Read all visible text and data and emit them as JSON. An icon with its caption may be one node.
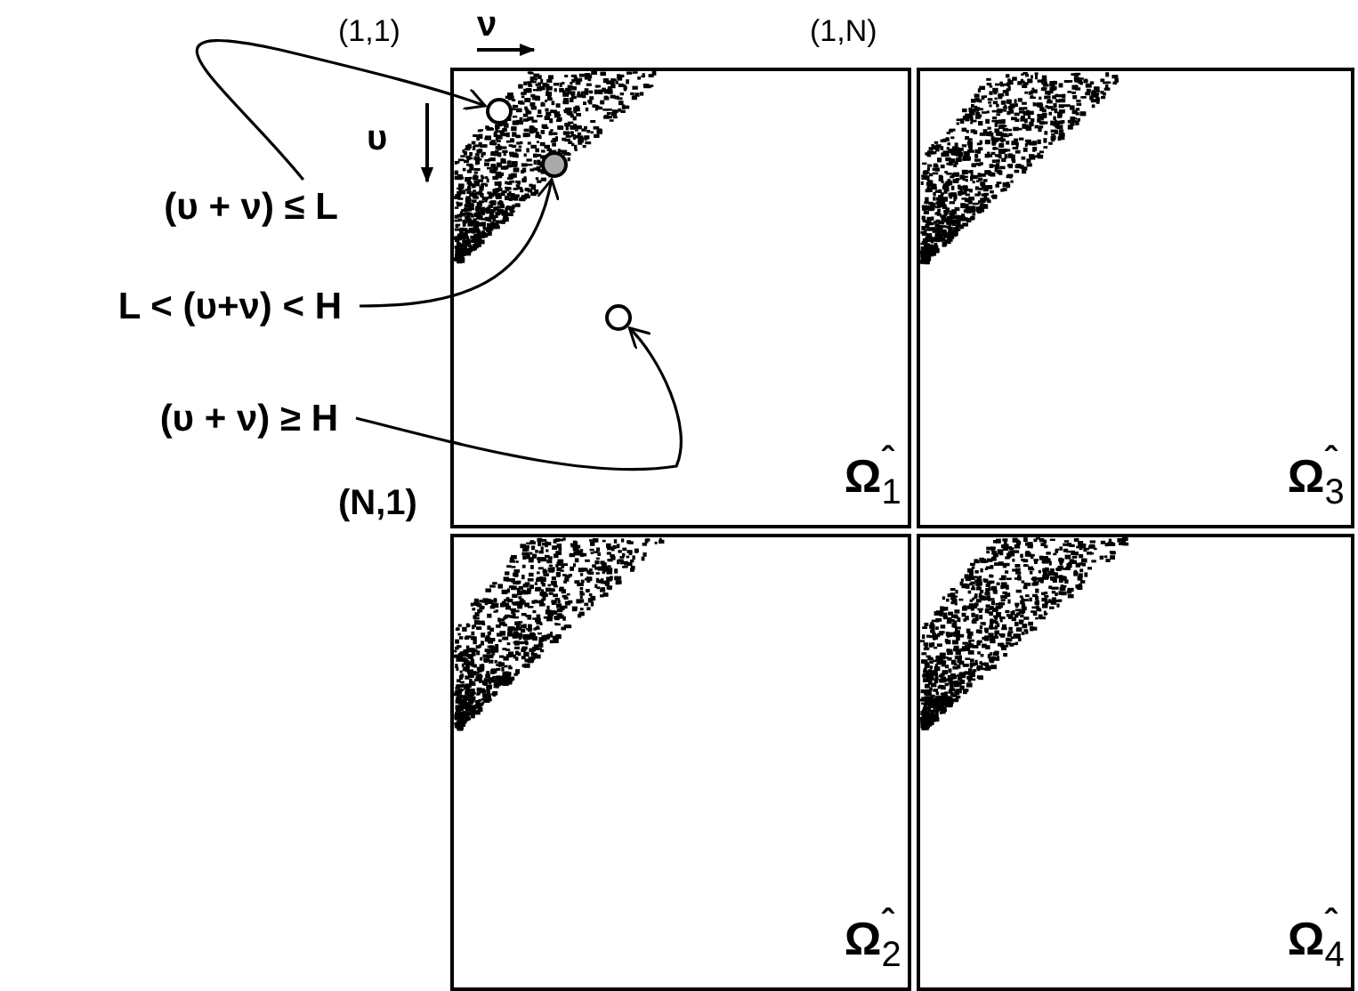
{
  "diagram": {
    "nodes": [
      {
        "text": [
          "Ω$_{1}$$^{ˆ}$"
        ]
      },
      {
        "text": [],
        "shape": "circle",
        "in": 0
      },
      {
        "text": [],
        "shape": "circle",
        "in": 0
      },
      {
        "text": [],
        "shape": "circle",
        "in": 0
      },
      {
        "text": [
          "Ω$_{3}$$^{ˆ}$"
        ]
      },
      {
        "text": [
          "Ω$_{2}$$^{ˆ}$"
        ]
      },
      {
        "text": [
          "Ω$_{4}$$^{ˆ}$"
        ]
      },
      {
        "text": [
          "(υ + ν) ≤ L"
        ]
      },
      {
        "text": [
          "L < (υ+ν) < H"
        ]
      },
      {
        "text": [
          "(υ + ν) ≥ H"
        ]
      }
    ],
    "edges": [
      {
        "from": 7,
        "to": 1,
        "arrow": "to"
      },
      {
        "from": 8,
        "to": 2,
        "arrow": "to"
      },
      {
        "from": 9,
        "to": 3,
        "arrow": "to"
      }
    ],
    "labels": [
      "(1,1)",
      "ν",
      "(1,N)",
      "υ",
      "(N,1)"
    ]
  }
}
